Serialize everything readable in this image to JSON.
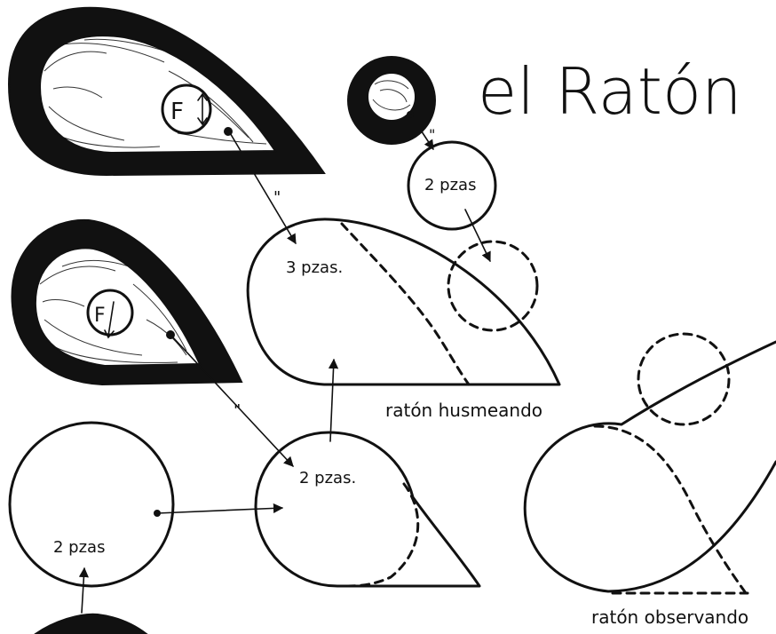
{
  "title": "el Ratón",
  "labels": {
    "piece_f_top": "F",
    "piece_f_mid": "F",
    "small_circle": "2 pzas",
    "teardrop_top": "3 pzas.",
    "teardrop_bottom": "2 pzas.",
    "left_circle": "2 pzas",
    "quote_mark": "\""
  },
  "captions": {
    "sniffing": "ratón husmeando",
    "watching": "ratón observando"
  }
}
